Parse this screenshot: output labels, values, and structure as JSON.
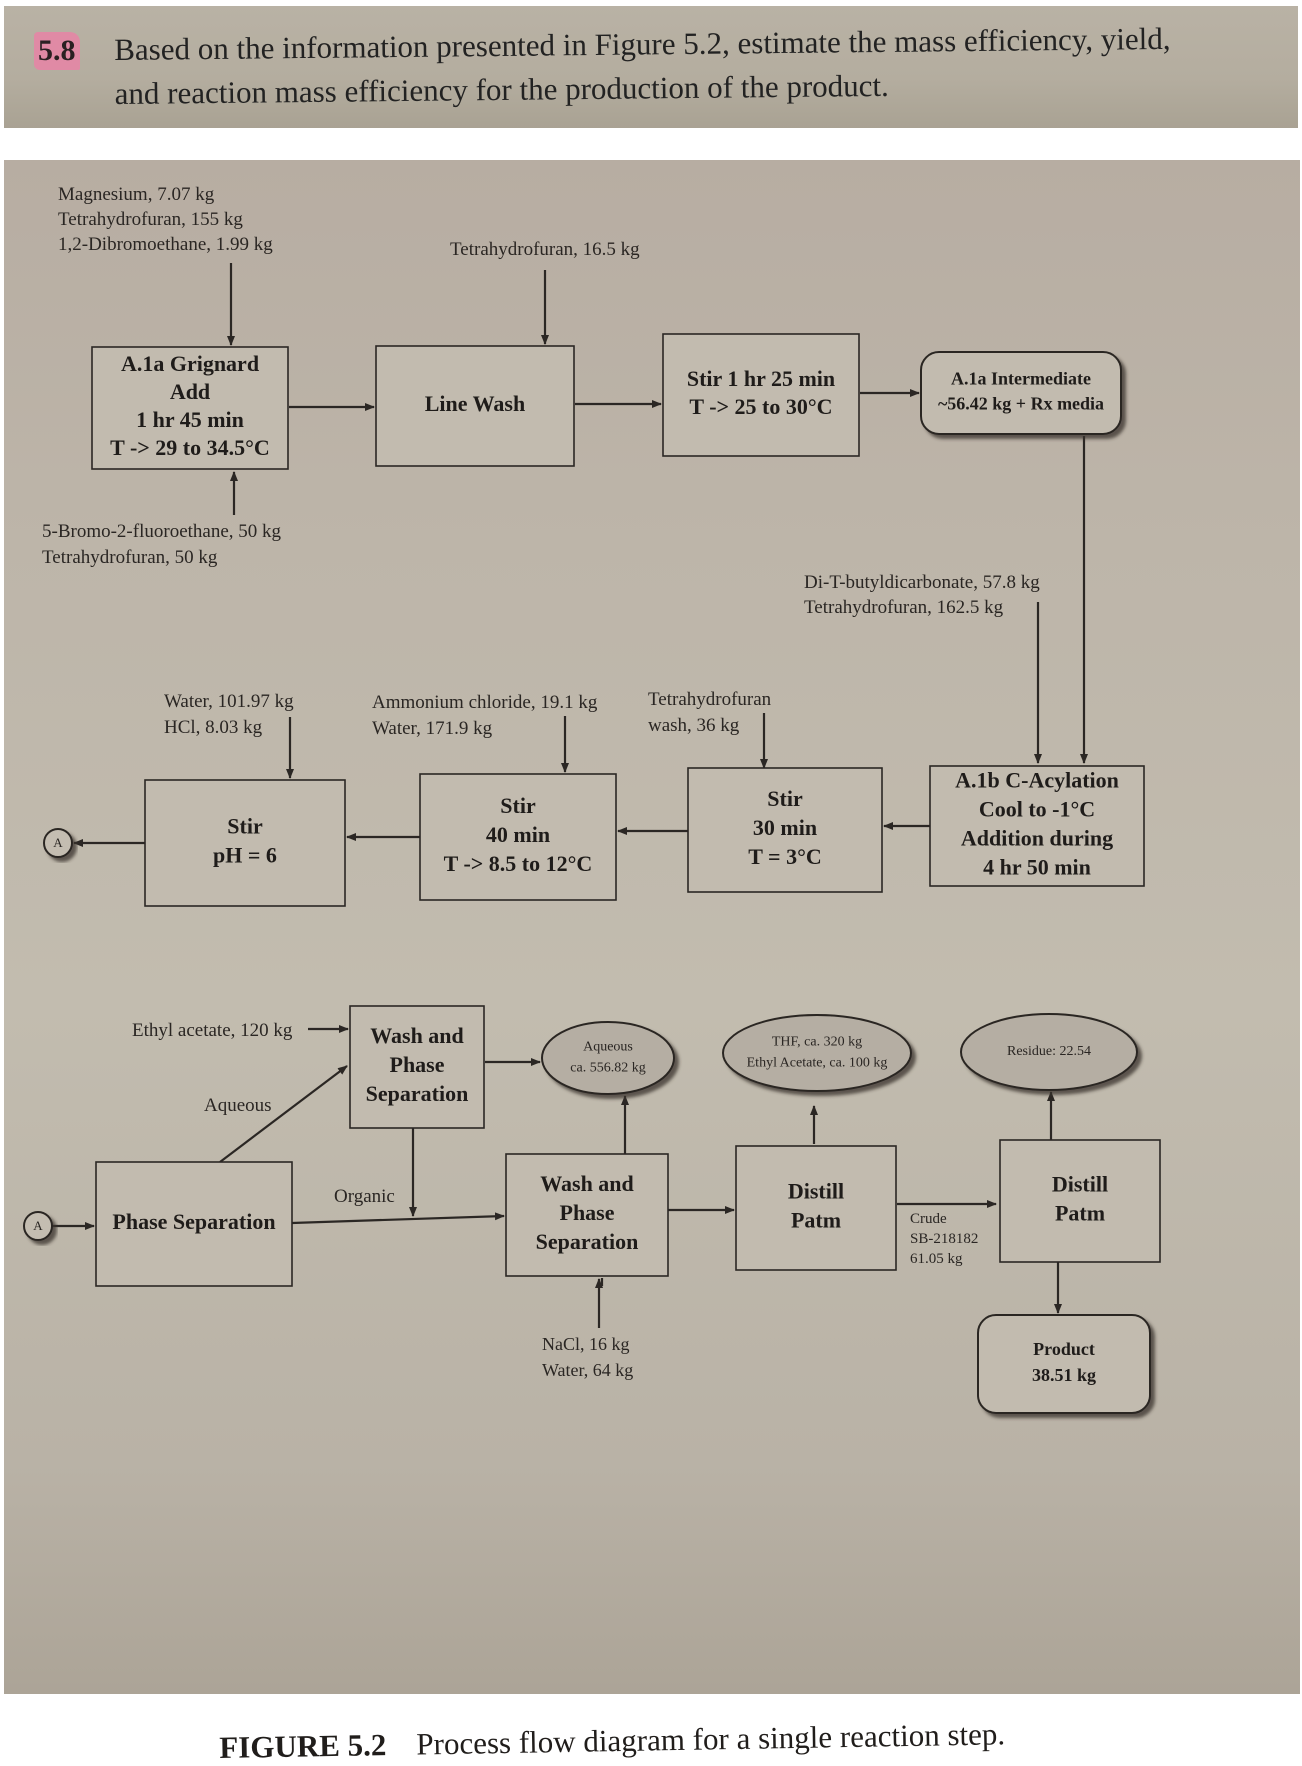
{
  "question": {
    "number": "5.8",
    "text": "Based on the information presented in Figure 5.2, estimate the mass efficiency, yield, and reaction mass efficiency for the production of the product.",
    "line1": "Based on the information presented in Figure 5.2, estimate the mass efficiency, yield,",
    "line2": "and reaction mass efficiency for the production of the product."
  },
  "figure": {
    "number": "FIGURE 5.2",
    "caption": "Process flow diagram for a single reaction step."
  },
  "colors": {
    "stroke": "#2b2724",
    "box_fill": "#c2bbaf",
    "highlight": "#e08aa5"
  },
  "connector_label": "A",
  "process_boxes": {
    "grignard": [
      "A.1a Grignard",
      "Add",
      "1 hr 45 min",
      "T -> 29 to 34.5°C"
    ],
    "line_wash": [
      "Line Wash"
    ],
    "stir_1h25": [
      "Stir  1 hr 25 min",
      "T -> 25 to 30°C"
    ],
    "intermediate": [
      "A.1a Intermediate",
      "~56.42 kg + Rx media"
    ],
    "acylation": [
      "A.1b C-Acylation",
      "Cool to -1°C",
      "Addition during",
      "4 hr 50 min"
    ],
    "stir_30": [
      "Stir",
      "30 min",
      "T = 3°C"
    ],
    "stir_40": [
      "Stir",
      "40 min",
      "T -> 8.5 to 12°C"
    ],
    "stir_ph": [
      "Stir",
      "pH = 6"
    ],
    "phase_sep": [
      "Phase Separation"
    ],
    "wash1": [
      "Wash and",
      "Phase",
      "Separation"
    ],
    "wash2": [
      "Wash and",
      "Phase",
      "Separation"
    ],
    "distill1": [
      "Distill",
      "Patm"
    ],
    "distill2": [
      "Distill",
      "Patm"
    ],
    "product": [
      "Product",
      "38.51 kg"
    ]
  },
  "streams": {
    "grignard_top": [
      "Magnesium, 7.07 kg",
      "Tetrahydrofuran,  155 kg",
      "1,2-Dibromoethane, 1.99 kg"
    ],
    "grignard_bottom": [
      "5-Bromo-2-fluoroethane, 50 kg",
      "Tetrahydrofuran, 50 kg"
    ],
    "line_wash_in": [
      "Tetrahydrofuran,  16.5 kg"
    ],
    "acylation_in": [
      "Di-T-butyldicarbonate, 57.8 kg",
      "Tetrahydrofuran, 162.5 kg"
    ],
    "stir30_in": [
      "Tetrahydrofuran",
      "wash, 36 kg"
    ],
    "stir40_in": [
      "Ammonium chloride, 19.1 kg",
      "Water, 171.9 kg"
    ],
    "stirph_in": [
      "Water, 101.97 kg",
      "HCl, 8.03  kg"
    ],
    "ethyl_acetate": [
      "Ethyl acetate, 120 kg"
    ],
    "aqueous_label": [
      "Aqueous"
    ],
    "organic_label": [
      "Organic"
    ],
    "nacl_in": [
      "NaCl, 16 kg",
      "Water, 64 kg"
    ],
    "crude": [
      "Crude",
      "SB-218182",
      "61.05 kg"
    ]
  },
  "outputs": {
    "aqueous_waste": [
      "Aqueous",
      "ca. 556.82 kg"
    ],
    "solvent_waste": [
      "THF, ca. 320 kg",
      "Ethyl Acetate, ca. 100  kg"
    ],
    "residue": [
      "Residue: 22.54"
    ]
  }
}
